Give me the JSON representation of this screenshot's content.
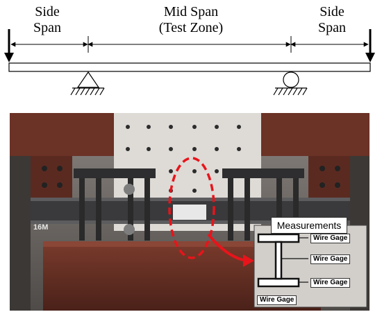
{
  "labels": {
    "side_span_left": [
      "Side",
      "Span"
    ],
    "mid_span": [
      "Mid Span",
      "(Test Zone)"
    ],
    "side_span_right": [
      "Side",
      "Span"
    ]
  },
  "photo": {
    "panel_marking": "16M"
  },
  "callout": {
    "title": "Measurements",
    "gages": [
      "Wire Gage",
      "Wire Gage",
      "Wire Gage",
      "Wire Gage"
    ]
  },
  "colors": {
    "annotation_red": "#e8141b",
    "frame_brown": "#6b3226",
    "wall_concrete": "#dedad6"
  }
}
